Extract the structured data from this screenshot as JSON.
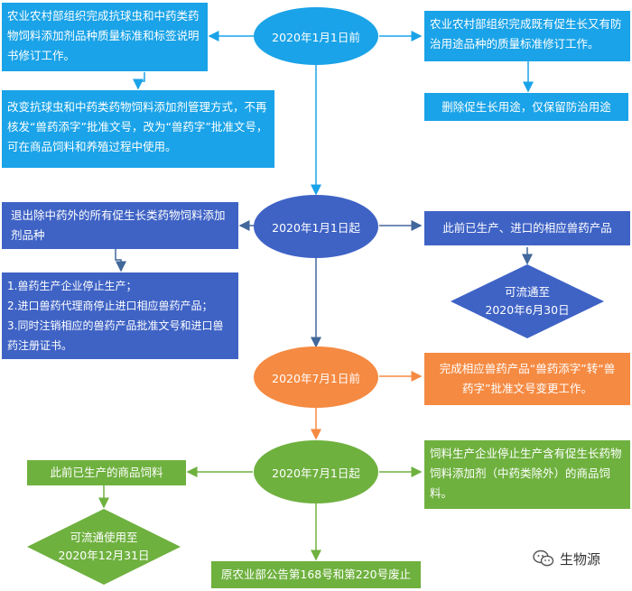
{
  "nodes": {
    "jan_before": "2020年1月1日前",
    "jan_after": "2020年1月1日起",
    "jul_before": "2020年7月1日前",
    "jul_after": "2020年7月1日起"
  },
  "boxes": {
    "b1": "农业农村部组织完成抗球虫和中药类药物饲料添加剂品种质量标准和标签说明书修订工作。",
    "b2": "改变抗球虫和中药类药物饲料添加剂管理方式，不再核发“兽药添字”批准文号，改为“兽药字”批准文号，可在商品饲料和养殖过程中使用。",
    "b3": "农业农村部组织完成既有促生长又有防治用途品种的质量标准修订工作。",
    "b4": "删除促生长用途，仅保留防治用途",
    "b5": "退出除中药外的所有促生长类药物饲料添加剂品种",
    "b6_lines": [
      "1.兽药生产企业停止生产；",
      "2.进口兽药代理商停止进口相应兽药产品；",
      "3.同时注销相应的兽药产品批准文号和进口兽药注册证书。"
    ],
    "b7": "此前已生产、进口的相应兽药产品",
    "b9": "完成相应兽药产品“兽药添字”转“兽药字”批准文号变更工作。",
    "b10": "此前已生产的商品饲料",
    "b11": "饲料生产企业停止生产含有促生长药物饲料添加剂（中药类除外）的商品饲料。",
    "b12": "原农业部公告第168号和第220号废止"
  },
  "diamonds": {
    "d1_line1": "可流通至",
    "d1_line2": "2020年6月30日",
    "d2_line1": "可流通使用至",
    "d2_line2": "2020年12月31日"
  },
  "watermark": {
    "text": "生物源",
    "icon": "wechat-icon"
  },
  "colors": {
    "cyan": "#1aa3e8",
    "navy": "#3f63c5",
    "orange": "#f58a42",
    "green": "#6fb13f",
    "navy_line": "#41679b"
  }
}
